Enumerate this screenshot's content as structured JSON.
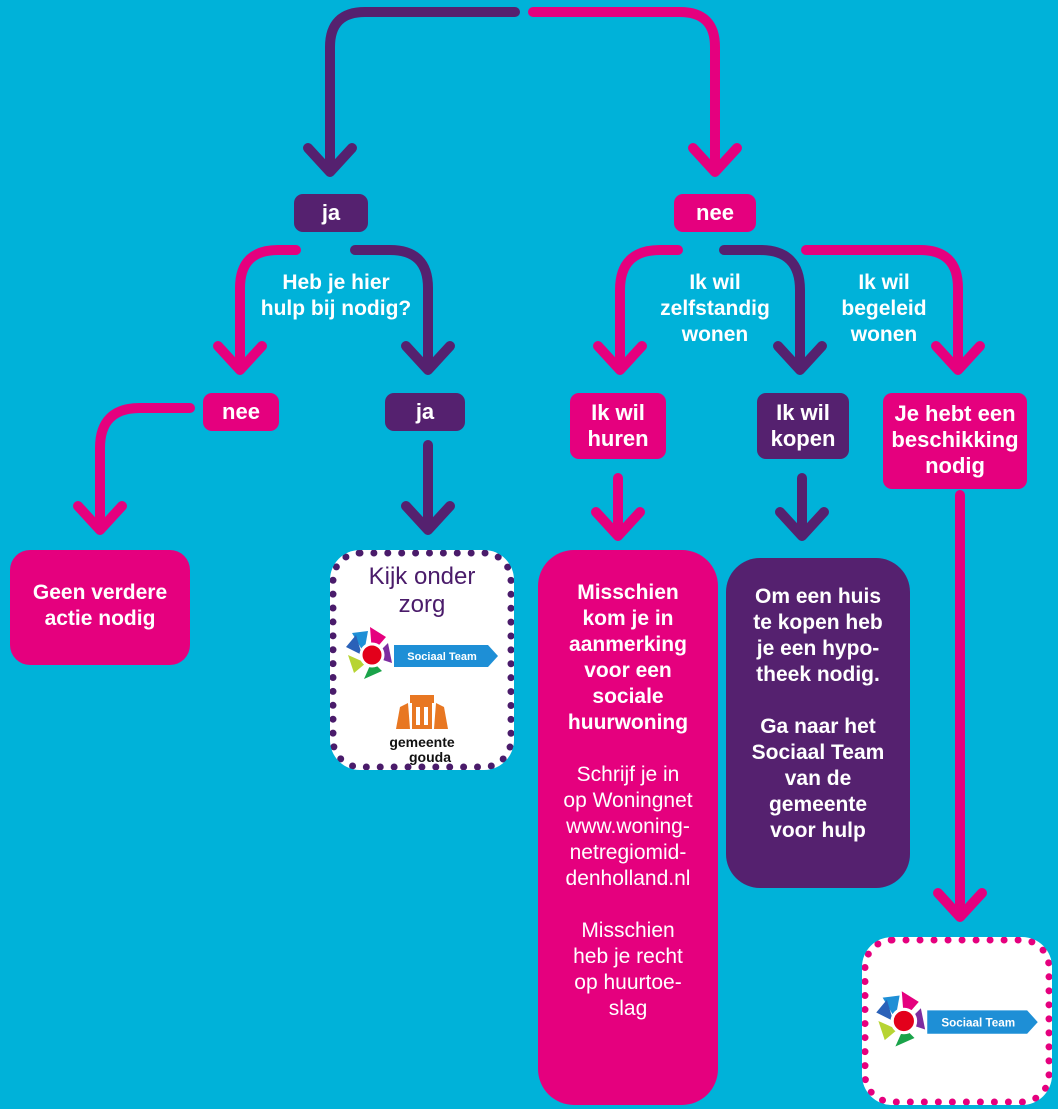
{
  "colors": {
    "background": "#00b2d9",
    "pink": "#e5007e",
    "purple": "#55216f"
  },
  "nodes": {
    "ja_top": "ja",
    "nee_top": "nee",
    "question_help": [
      "Heb je hier",
      "hulp bij nodig?"
    ],
    "nee_left": "nee",
    "ja_left": "ja",
    "no_action": [
      "Geen verdere",
      "actie nodig"
    ],
    "zorg": [
      "Kijk onder",
      "zorg"
    ],
    "gemeente": [
      "gemeente",
      "gouda"
    ],
    "sociaal_team": "Sociaal Team",
    "zelfstandig": [
      "Ik wil",
      "zelfstandig",
      "wonen"
    ],
    "begeleid": [
      "Ik wil",
      "begeleid",
      "wonen"
    ],
    "huren": [
      "Ik wil",
      "huren"
    ],
    "kopen": [
      "Ik wil",
      "kopen"
    ],
    "beschikking": [
      "Je hebt een",
      "beschikking",
      "nodig"
    ],
    "huren_result": {
      "bold": [
        "Misschien",
        "kom je in",
        "aanmerking",
        "voor een",
        "sociale",
        "huurwoning"
      ],
      "p1": [
        "Schrijf je in",
        "op Woningnet",
        "www.woning-",
        "netregiomid-",
        "denholland.nl"
      ],
      "p2": [
        "Misschien",
        "heb je recht",
        "op huurtoe-",
        "slag"
      ]
    },
    "kopen_result": {
      "p1": [
        "Om een huis",
        "te kopen heb",
        "je een hypo-",
        "theek nodig."
      ],
      "p2": [
        "Ga naar het",
        "Sociaal Team",
        "van de",
        "gemeente",
        "voor hulp"
      ]
    }
  }
}
